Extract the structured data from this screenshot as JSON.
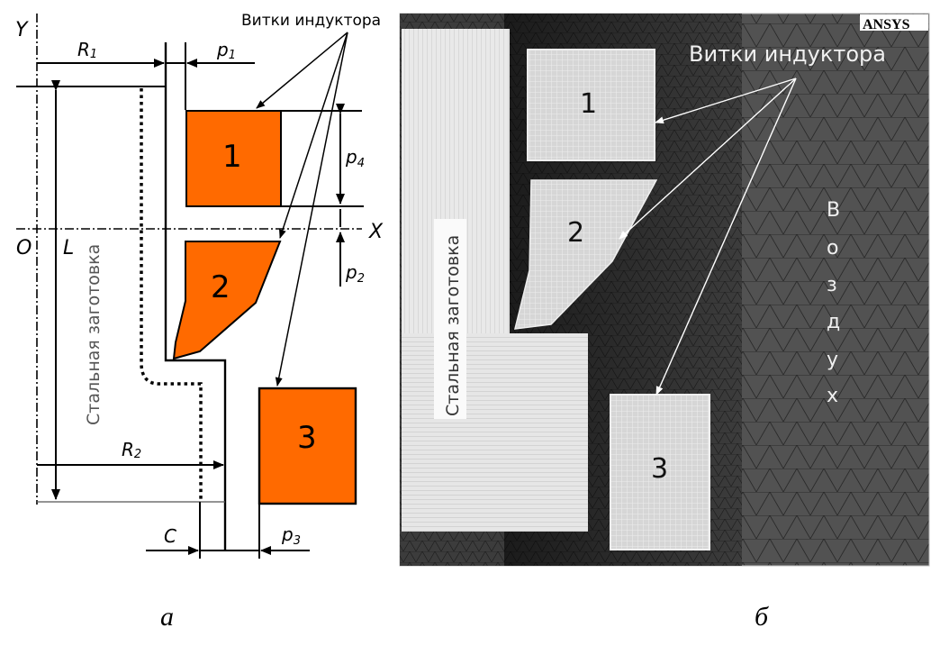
{
  "panel_a": {
    "callout_title": "Витки индуктора",
    "axis_y": "Y",
    "axis_x": "X",
    "origin": "O",
    "workpiece_label": "Стальная заготовка",
    "dimensions": {
      "R1": "R",
      "R1_sub": "1",
      "R2": "R",
      "R2_sub": "2",
      "L": "L",
      "C": "C",
      "p1": "p",
      "p1_sub": "1",
      "p2": "p",
      "p2_sub": "2",
      "p3": "p",
      "p3_sub": "3",
      "p4": "p",
      "p4_sub": "4"
    },
    "turns": [
      {
        "label": "1"
      },
      {
        "label": "2"
      },
      {
        "label": "3"
      }
    ],
    "turn_color": "#ff6a00",
    "caption": "а"
  },
  "panel_b": {
    "logo": "ANSYS",
    "callout_title": "Витки индуктора",
    "workpiece_label": "Стальная заготовка",
    "air_label": [
      "В",
      "о",
      "з",
      "д",
      "у",
      "х"
    ],
    "turns": [
      {
        "label": "1"
      },
      {
        "label": "2"
      },
      {
        "label": "3"
      }
    ],
    "caption": "б"
  }
}
